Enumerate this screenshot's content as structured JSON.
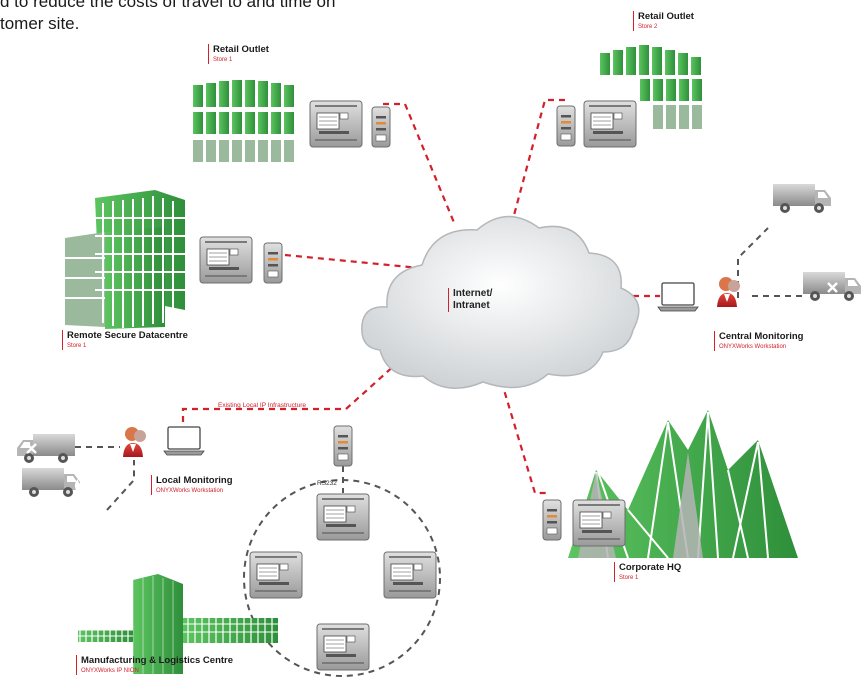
{
  "intro": {
    "line1": "d to reduce the costs of travel to and time on",
    "line2": "tomer site."
  },
  "cloud": {
    "line1": "Internet/",
    "line2": "Intranet"
  },
  "sites": {
    "retail1": {
      "title": "Retail Outlet",
      "sub": "Store 1"
    },
    "retail2": {
      "title": "Retail Outlet",
      "sub": "Store 2"
    },
    "datacentre": {
      "title": "Remote Secure Datacentre",
      "sub": "Store 1"
    },
    "central": {
      "title": "Central Monitoring",
      "sub": "ONYXWorks Workstation"
    },
    "local": {
      "title": "Local Monitoring",
      "sub": "ONYXWorks Workstation"
    },
    "corporate": {
      "title": "Corporate HQ",
      "sub": "Store 1"
    },
    "manufacturing": {
      "title": "Manufacturing & Logistics Centre",
      "sub": "ONYXWorks IP NION"
    }
  },
  "labels": {
    "local_ip": "Existing Local IP Infrastructure",
    "rs232": "RS232"
  },
  "colors": {
    "accent_red": "#d3202b",
    "building_green": "#3fae49",
    "dashed_gray": "#555555",
    "device_gray": "#8a8a8a"
  },
  "icons": {
    "truck_fire": "van-with-flame-icon",
    "truck_tools": "van-with-tools-icon",
    "person": "operator-person-icon",
    "laptop": "laptop-icon",
    "controller": "panel-controller-icon",
    "server": "tower-device-icon"
  }
}
